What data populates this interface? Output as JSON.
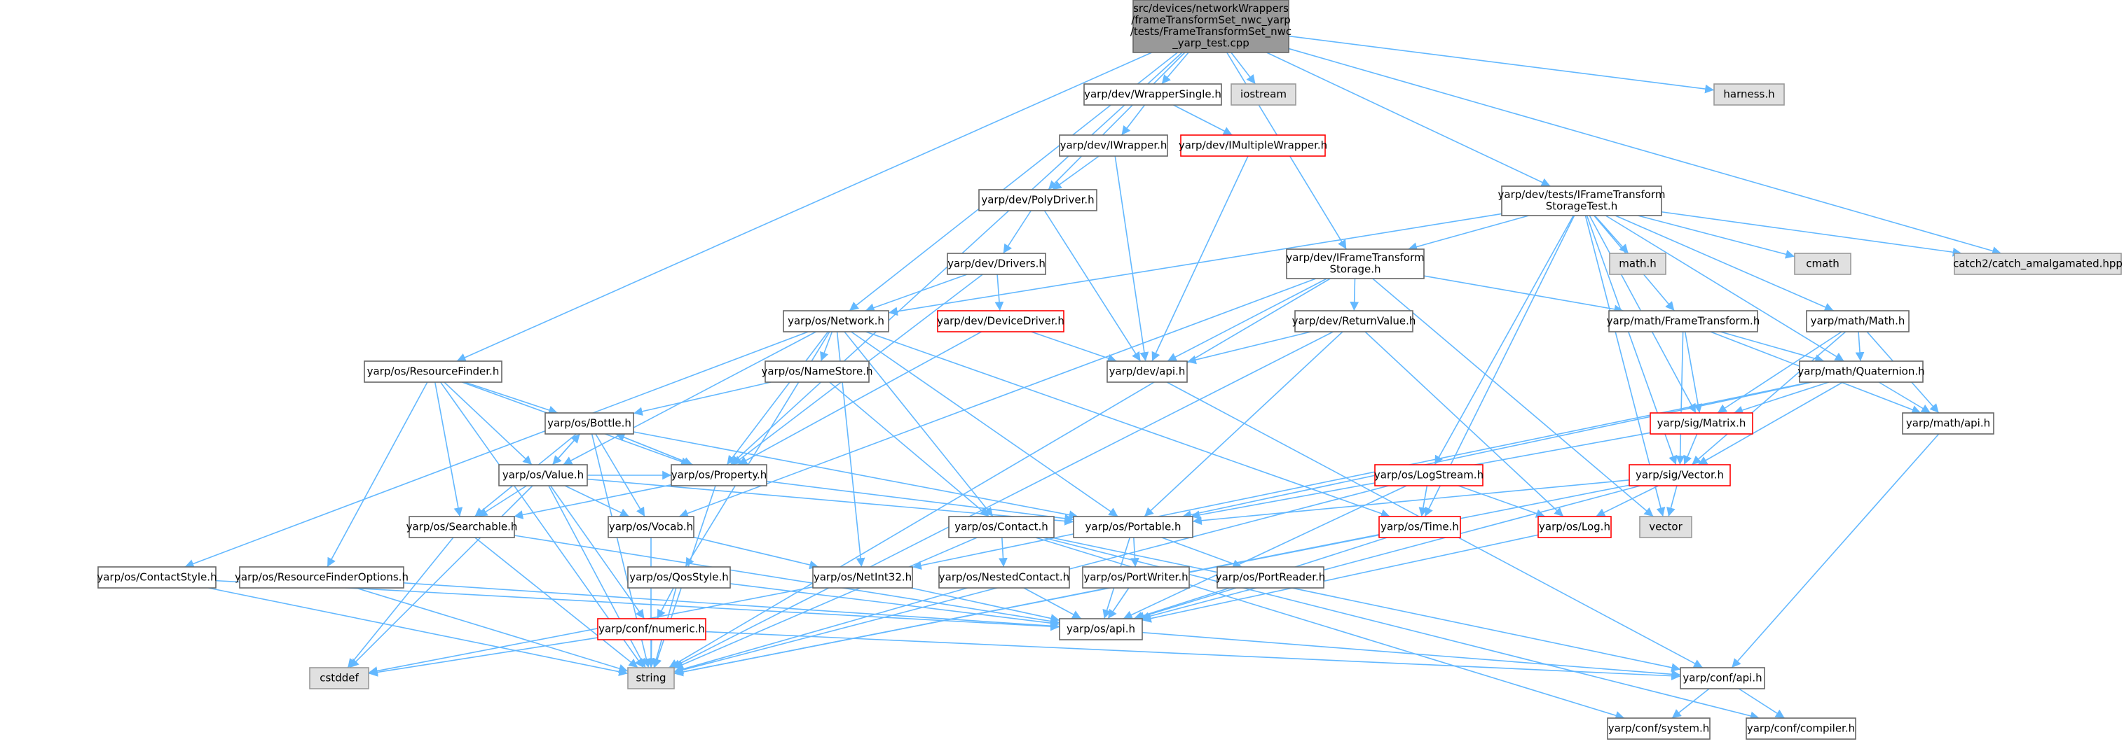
{
  "graph": {
    "title": "src/devices/networkWrappers/frameTransformSet_nwc_yarp/tests/FrameTransformSet_nwc_yarp_test.cpp",
    "colors": {
      "edge": "#63b8ff",
      "node_border": "#666666",
      "node_fill": "#ffffff",
      "missing_border": "#ff0000",
      "system_fill": "#e0e0e0",
      "system_border": "#999999",
      "root_fill": "#999999",
      "root_border": "#666666"
    },
    "nodes": [
      {
        "id": "root",
        "lines": [
          "src/devices/networkWrappers",
          "/frameTransformSet_nwc_yarp",
          "/tests/FrameTransformSet_nwc",
          "_yarp_test.cpp"
        ],
        "style": "root"
      },
      {
        "id": "wrappersingle",
        "lines": [
          "yarp/dev/WrapperSingle.h"
        ],
        "style": "normal"
      },
      {
        "id": "iostream",
        "lines": [
          "iostream"
        ],
        "style": "system"
      },
      {
        "id": "harness",
        "lines": [
          "harness.h"
        ],
        "style": "system"
      },
      {
        "id": "iwrapper",
        "lines": [
          "yarp/dev/IWrapper.h"
        ],
        "style": "normal"
      },
      {
        "id": "imultiple",
        "lines": [
          "yarp/dev/IMultipleWrapper.h"
        ],
        "style": "missing"
      },
      {
        "id": "polydriver",
        "lines": [
          "yarp/dev/PolyDriver.h"
        ],
        "style": "normal"
      },
      {
        "id": "iftstoragetest",
        "lines": [
          "yarp/dev/tests/IFrameTransform",
          "StorageTest.h"
        ],
        "style": "normal"
      },
      {
        "id": "drivers",
        "lines": [
          "yarp/dev/Drivers.h"
        ],
        "style": "normal"
      },
      {
        "id": "iftstorage",
        "lines": [
          "yarp/dev/IFrameTransform",
          "Storage.h"
        ],
        "style": "normal"
      },
      {
        "id": "mathh",
        "lines": [
          "math.h"
        ],
        "style": "system"
      },
      {
        "id": "cmath",
        "lines": [
          "cmath"
        ],
        "style": "system"
      },
      {
        "id": "catch2",
        "lines": [
          "catch2/catch_amalgamated.hpp"
        ],
        "style": "system"
      },
      {
        "id": "network",
        "lines": [
          "yarp/os/Network.h"
        ],
        "style": "normal"
      },
      {
        "id": "devicedriver",
        "lines": [
          "yarp/dev/DeviceDriver.h"
        ],
        "style": "missing"
      },
      {
        "id": "returnvalue",
        "lines": [
          "yarp/dev/ReturnValue.h"
        ],
        "style": "normal"
      },
      {
        "id": "frametransform",
        "lines": [
          "yarp/math/FrameTransform.h"
        ],
        "style": "normal"
      },
      {
        "id": "mathmath",
        "lines": [
          "yarp/math/Math.h"
        ],
        "style": "normal"
      },
      {
        "id": "resourcefinder",
        "lines": [
          "yarp/os/ResourceFinder.h"
        ],
        "style": "normal"
      },
      {
        "id": "namestore",
        "lines": [
          "yarp/os/NameStore.h"
        ],
        "style": "normal"
      },
      {
        "id": "devapi",
        "lines": [
          "yarp/dev/api.h"
        ],
        "style": "normal"
      },
      {
        "id": "quaternion",
        "lines": [
          "yarp/math/Quaternion.h"
        ],
        "style": "normal"
      },
      {
        "id": "bottle",
        "lines": [
          "yarp/os/Bottle.h"
        ],
        "style": "normal"
      },
      {
        "id": "matrix",
        "lines": [
          "yarp/sig/Matrix.h"
        ],
        "style": "missing"
      },
      {
        "id": "mathapi",
        "lines": [
          "yarp/math/api.h"
        ],
        "style": "normal"
      },
      {
        "id": "value",
        "lines": [
          "yarp/os/Value.h"
        ],
        "style": "normal"
      },
      {
        "id": "property",
        "lines": [
          "yarp/os/Property.h"
        ],
        "style": "normal"
      },
      {
        "id": "logstream",
        "lines": [
          "yarp/os/LogStream.h"
        ],
        "style": "missing"
      },
      {
        "id": "sigvector",
        "lines": [
          "yarp/sig/Vector.h"
        ],
        "style": "missing"
      },
      {
        "id": "searchable",
        "lines": [
          "yarp/os/Searchable.h"
        ],
        "style": "normal"
      },
      {
        "id": "vocab",
        "lines": [
          "yarp/os/Vocab.h"
        ],
        "style": "normal"
      },
      {
        "id": "contact",
        "lines": [
          "yarp/os/Contact.h"
        ],
        "style": "normal"
      },
      {
        "id": "portable",
        "lines": [
          "yarp/os/Portable.h"
        ],
        "style": "normal"
      },
      {
        "id": "time",
        "lines": [
          "yarp/os/Time.h"
        ],
        "style": "missing"
      },
      {
        "id": "log",
        "lines": [
          "yarp/os/Log.h"
        ],
        "style": "missing"
      },
      {
        "id": "vector",
        "lines": [
          "vector"
        ],
        "style": "system"
      },
      {
        "id": "contactstyle",
        "lines": [
          "yarp/os/ContactStyle.h"
        ],
        "style": "normal"
      },
      {
        "id": "rfoptions",
        "lines": [
          "yarp/os/ResourceFinderOptions.h"
        ],
        "style": "normal"
      },
      {
        "id": "qosstyle",
        "lines": [
          "yarp/os/QosStyle.h"
        ],
        "style": "normal"
      },
      {
        "id": "netint32",
        "lines": [
          "yarp/os/NetInt32.h"
        ],
        "style": "normal"
      },
      {
        "id": "nestedcontact",
        "lines": [
          "yarp/os/NestedContact.h"
        ],
        "style": "normal"
      },
      {
        "id": "portwriter",
        "lines": [
          "yarp/os/PortWriter.h"
        ],
        "style": "normal"
      },
      {
        "id": "portreader",
        "lines": [
          "yarp/os/PortReader.h"
        ],
        "style": "normal"
      },
      {
        "id": "numeric",
        "lines": [
          "yarp/conf/numeric.h"
        ],
        "style": "missing"
      },
      {
        "id": "osapi",
        "lines": [
          "yarp/os/api.h"
        ],
        "style": "normal"
      },
      {
        "id": "cstddef",
        "lines": [
          "cstddef"
        ],
        "style": "system"
      },
      {
        "id": "string",
        "lines": [
          "string"
        ],
        "style": "system"
      },
      {
        "id": "confapi",
        "lines": [
          "yarp/conf/api.h"
        ],
        "style": "normal"
      },
      {
        "id": "system",
        "lines": [
          "yarp/conf/system.h"
        ],
        "style": "normal"
      },
      {
        "id": "compiler",
        "lines": [
          "yarp/conf/compiler.h"
        ],
        "style": "normal"
      }
    ],
    "edges": [
      [
        "root",
        "wrappersingle"
      ],
      [
        "root",
        "iostream"
      ],
      [
        "root",
        "harness"
      ],
      [
        "root",
        "polydriver"
      ],
      [
        "root",
        "iftstoragetest"
      ],
      [
        "root",
        "iftstorage"
      ],
      [
        "root",
        "network"
      ],
      [
        "root",
        "resourcefinder"
      ],
      [
        "root",
        "property"
      ],
      [
        "root",
        "catch2"
      ],
      [
        "wrappersingle",
        "iwrapper"
      ],
      [
        "wrappersingle",
        "imultiple"
      ],
      [
        "iwrapper",
        "polydriver"
      ],
      [
        "iwrapper",
        "devapi"
      ],
      [
        "imultiple",
        "devapi"
      ],
      [
        "polydriver",
        "drivers"
      ],
      [
        "polydriver",
        "devapi"
      ],
      [
        "drivers",
        "network"
      ],
      [
        "drivers",
        "devicedriver"
      ],
      [
        "drivers",
        "property"
      ],
      [
        "devicedriver",
        "devapi"
      ],
      [
        "devicedriver",
        "property"
      ],
      [
        "iftstoragetest",
        "iftstorage"
      ],
      [
        "iftstoragetest",
        "network"
      ],
      [
        "iftstoragetest",
        "mathh"
      ],
      [
        "iftstoragetest",
        "cmath"
      ],
      [
        "iftstoragetest",
        "catch2"
      ],
      [
        "iftstoragetest",
        "frametransform"
      ],
      [
        "iftstoragetest",
        "mathmath"
      ],
      [
        "iftstoragetest",
        "quaternion"
      ],
      [
        "iftstoragetest",
        "matrix"
      ],
      [
        "iftstoragetest",
        "sigvector"
      ],
      [
        "iftstoragetest",
        "logstream"
      ],
      [
        "iftstoragetest",
        "time"
      ],
      [
        "iftstoragetest",
        "vector"
      ],
      [
        "iftstorage",
        "returnvalue"
      ],
      [
        "iftstorage",
        "devapi"
      ],
      [
        "iftstorage",
        "frametransform"
      ],
      [
        "iftstorage",
        "vocab"
      ],
      [
        "iftstorage",
        "string"
      ],
      [
        "iftstorage",
        "vector"
      ],
      [
        "returnvalue",
        "devapi"
      ],
      [
        "returnvalue",
        "portable"
      ],
      [
        "returnvalue",
        "log"
      ],
      [
        "returnvalue",
        "string"
      ],
      [
        "devapi",
        "confapi"
      ],
      [
        "frametransform",
        "quaternion"
      ],
      [
        "frametransform",
        "matrix"
      ],
      [
        "frametransform",
        "sigvector"
      ],
      [
        "frametransform",
        "mathapi"
      ],
      [
        "mathmath",
        "quaternion"
      ],
      [
        "mathmath",
        "matrix"
      ],
      [
        "mathmath",
        "sigvector"
      ],
      [
        "mathmath",
        "mathapi"
      ],
      [
        "quaternion",
        "matrix"
      ],
      [
        "quaternion",
        "sigvector"
      ],
      [
        "quaternion",
        "mathapi"
      ],
      [
        "quaternion",
        "portable"
      ],
      [
        "quaternion",
        "netint32"
      ],
      [
        "matrix",
        "sigvector"
      ],
      [
        "matrix",
        "portable"
      ],
      [
        "sigvector",
        "log"
      ],
      [
        "sigvector",
        "vector"
      ],
      [
        "sigvector",
        "portable"
      ],
      [
        "sigvector",
        "osapi"
      ],
      [
        "sigvector",
        "string"
      ],
      [
        "mathapi",
        "confapi"
      ],
      [
        "network",
        "namestore"
      ],
      [
        "network",
        "contact"
      ],
      [
        "network",
        "portable"
      ],
      [
        "network",
        "property"
      ],
      [
        "network",
        "value"
      ],
      [
        "network",
        "contactstyle"
      ],
      [
        "network",
        "qosstyle"
      ],
      [
        "network",
        "time"
      ],
      [
        "network",
        "netint32"
      ],
      [
        "namestore",
        "bottle"
      ],
      [
        "namestore",
        "contact"
      ],
      [
        "resourcefinder",
        "bottle"
      ],
      [
        "resourcefinder",
        "property"
      ],
      [
        "resourcefinder",
        "value"
      ],
      [
        "resourcefinder",
        "searchable"
      ],
      [
        "resourcefinder",
        "rfoptions"
      ],
      [
        "resourcefinder",
        "string"
      ],
      [
        "bottle",
        "value"
      ],
      [
        "bottle",
        "property"
      ],
      [
        "bottle",
        "searchable"
      ],
      [
        "bottle",
        "vocab"
      ],
      [
        "bottle",
        "portable"
      ],
      [
        "bottle",
        "string"
      ],
      [
        "value",
        "bottle"
      ],
      [
        "value",
        "property"
      ],
      [
        "value",
        "searchable"
      ],
      [
        "value",
        "vocab"
      ],
      [
        "value",
        "portable"
      ],
      [
        "value",
        "numeric"
      ],
      [
        "value",
        "string"
      ],
      [
        "value",
        "cstddef"
      ],
      [
        "property",
        "bottle"
      ],
      [
        "property",
        "searchable"
      ],
      [
        "property",
        "portable"
      ],
      [
        "property",
        "string"
      ],
      [
        "logstream",
        "time"
      ],
      [
        "logstream",
        "log"
      ],
      [
        "logstream",
        "osapi"
      ],
      [
        "logstream",
        "string"
      ],
      [
        "searchable",
        "osapi"
      ],
      [
        "searchable",
        "string"
      ],
      [
        "searchable",
        "cstddef"
      ],
      [
        "vocab",
        "netint32"
      ],
      [
        "vocab",
        "string"
      ],
      [
        "contact",
        "nestedcontact"
      ],
      [
        "contact",
        "string"
      ],
      [
        "contact",
        "confapi"
      ],
      [
        "contact",
        "system"
      ],
      [
        "contact",
        "compiler"
      ],
      [
        "portable",
        "portwriter"
      ],
      [
        "portable",
        "portreader"
      ],
      [
        "portable",
        "osapi"
      ],
      [
        "time",
        "osapi"
      ],
      [
        "time",
        "string"
      ],
      [
        "log",
        "osapi"
      ],
      [
        "contactstyle",
        "osapi"
      ],
      [
        "contactstyle",
        "string"
      ],
      [
        "rfoptions",
        "osapi"
      ],
      [
        "rfoptions",
        "string"
      ],
      [
        "qosstyle",
        "osapi"
      ],
      [
        "qosstyle",
        "numeric"
      ],
      [
        "qosstyle",
        "string"
      ],
      [
        "netint32",
        "osapi"
      ],
      [
        "netint32",
        "cstddef"
      ],
      [
        "nestedcontact",
        "osapi"
      ],
      [
        "nestedcontact",
        "string"
      ],
      [
        "portwriter",
        "osapi"
      ],
      [
        "portreader",
        "osapi"
      ],
      [
        "numeric",
        "confapi"
      ],
      [
        "numeric",
        "cstddef"
      ],
      [
        "numeric",
        "string"
      ],
      [
        "osapi",
        "confapi"
      ],
      [
        "confapi",
        "system"
      ],
      [
        "confapi",
        "compiler"
      ]
    ]
  }
}
